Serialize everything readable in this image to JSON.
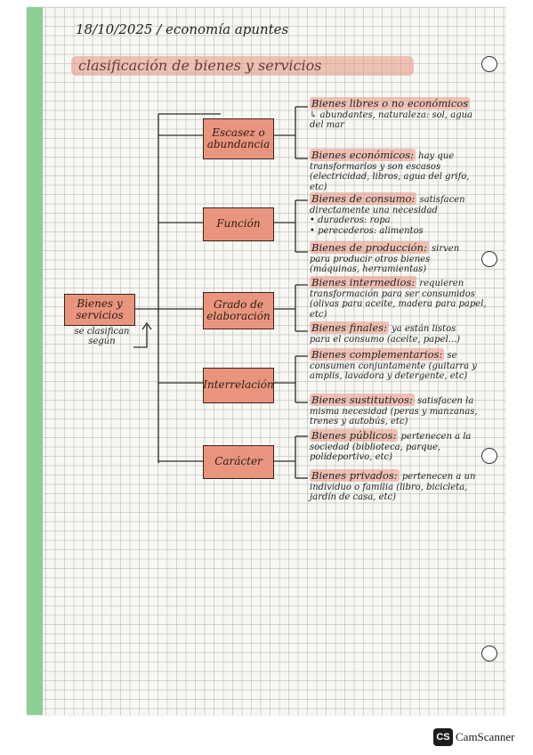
{
  "header": "18/10/2025 / economía apuntes",
  "title": "clasificación de bienes y servicios",
  "root": {
    "label": "Bienes y servicios",
    "note": "se clasifican según"
  },
  "categories": [
    {
      "label": "Escasez o abundancia",
      "items": [
        {
          "head": "Bienes libres o no económicos",
          "body": "↳ abundantes, naturaleza: sol, agua del mar"
        },
        {
          "head": "Bienes económicos:",
          "body": "hay que transformarlos y son escasos (electricidad, libros, agua del grifo, etc)"
        }
      ]
    },
    {
      "label": "Función",
      "items": [
        {
          "head": "Bienes de consumo:",
          "body": "satisfacen directamente una necesidad\n• duraderos: ropa\n• perecederos: alimentos"
        },
        {
          "head": "Bienes de producción:",
          "body": "sirven para producir otros bienes (máquinas, herramientas)"
        }
      ]
    },
    {
      "label": "Grado de elaboración",
      "items": [
        {
          "head": "Bienes intermedios:",
          "body": "requieren transformación para ser consumidos (olivas para aceite, madera para papel, etc)"
        },
        {
          "head": "Bienes finales:",
          "body": "ya están listos para el consumo (aceite, papel...)"
        }
      ]
    },
    {
      "label": "Interrelación",
      "items": [
        {
          "head": "Bienes complementarios:",
          "body": "se consumen conjuntamente (guitarra y amplis, lavadora y detergente, etc)"
        },
        {
          "head": "Bienes sustitutivos:",
          "body": "satisfacen la misma necesidad (peras y manzanas, trenes y autobús, etc)"
        }
      ]
    },
    {
      "label": "Carácter",
      "items": [
        {
          "head": "Bienes públicos:",
          "body": "pertenecen a la sociedad (biblioteca, parque, polideportivo, etc)"
        },
        {
          "head": "Bienes privados:",
          "body": "pertenecen a un individuo o familia (libro, bicicleta, jardín de casa, etc)"
        }
      ]
    }
  ],
  "watermark": {
    "logo": "CS",
    "text": "CamScanner"
  }
}
